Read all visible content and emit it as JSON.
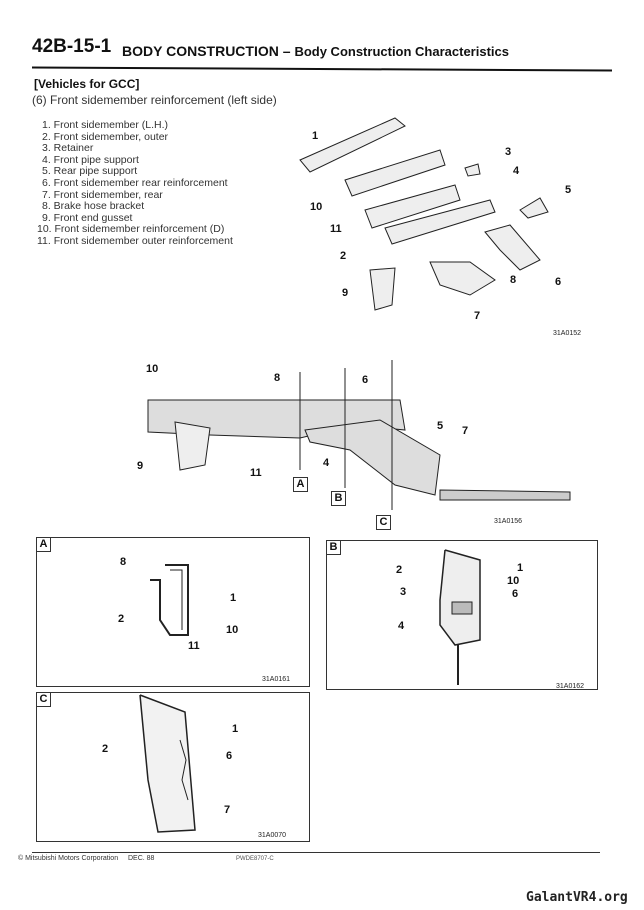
{
  "header": {
    "code": "42B-15-1",
    "title": "BODY CONSTRUCTION",
    "separator": "–",
    "subtitle": "Body Construction Characteristics"
  },
  "vehicles": "[Vehicles for GCC]",
  "section": "(6) Front sidemember reinforcement (left side)",
  "parts": [
    "1. Front sidemember (L.H.)",
    "2. Front sidemember, outer",
    "3. Retainer",
    "4. Front pipe support",
    "5. Rear pipe support",
    "6. Front sidemember rear reinforcement",
    "7. Front sidemember, rear",
    "8. Brake hose bracket",
    "9. Front end gusset",
    "10. Front sidemember reinforcement (D)",
    "11. Front sidemember outer reinforcement"
  ],
  "figures": {
    "exploded": {
      "id": "31A0152",
      "callouts": [
        "1",
        "2",
        "3",
        "4",
        "5",
        "6",
        "7",
        "8",
        "9",
        "10",
        "11"
      ]
    },
    "side": {
      "id": "31A0156",
      "callouts": [
        "10",
        "8",
        "6",
        "5",
        "7",
        "9",
        "11",
        "4"
      ],
      "sections": [
        "A",
        "B",
        "C"
      ]
    },
    "section_a": {
      "tag": "A",
      "id": "31A0161",
      "callouts": [
        "8",
        "1",
        "2",
        "10",
        "11"
      ]
    },
    "section_b": {
      "tag": "B",
      "id": "31A0162",
      "callouts": [
        "2",
        "1",
        "10",
        "6",
        "3",
        "4"
      ]
    },
    "section_c": {
      "tag": "C",
      "id": "31A0070",
      "callouts": [
        "1",
        "2",
        "6",
        "7"
      ]
    }
  },
  "footer": {
    "copyright": "© Mitsubishi Motors Corporation",
    "date": "DEC. 88",
    "code": "PWDE8707-C"
  },
  "watermark": "GalantVR4.org"
}
